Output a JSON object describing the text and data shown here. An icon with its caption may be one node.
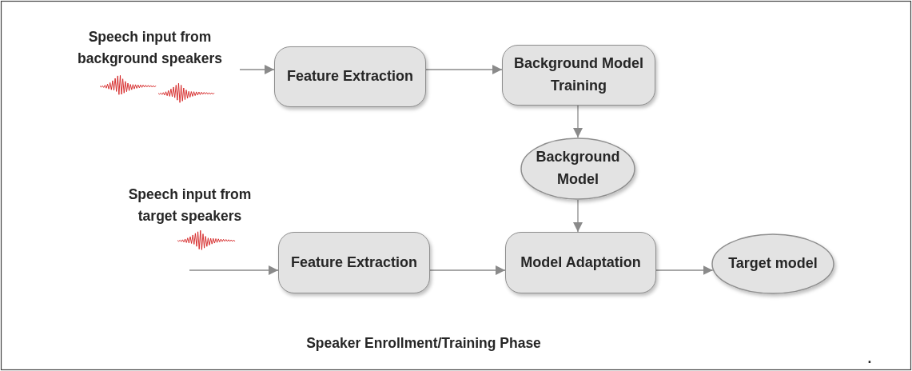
{
  "diagram": {
    "caption": "Speaker Enrollment/Training Phase",
    "nodes": [
      {
        "text": [
          "Speech input from background speakers"
        ]
      },
      {
        "text": [
          "Feature Extraction"
        ]
      },
      {
        "text": [
          "Background Model Training"
        ]
      },
      {
        "text": [
          "Background Model"
        ]
      },
      {
        "text": [
          "Feature Extraction"
        ]
      },
      {
        "text": [
          "Model Adaptation"
        ]
      },
      {
        "text": [
          "Target model"
        ]
      }
    ],
    "edges": [
      {
        "from": 0,
        "to": 1,
        "arrow": "to"
      },
      {
        "from": 1,
        "to": 2,
        "arrow": "to"
      },
      {
        "from": 2,
        "to": 3,
        "arrow": "to"
      },
      {
        "from": 3,
        "to": 5,
        "arrow": "to"
      },
      {
        "from": null,
        "to": 4,
        "arrow": "to"
      },
      {
        "from": 4,
        "to": 5,
        "arrow": "to"
      },
      {
        "from": 5,
        "to": 6,
        "arrow": "to"
      }
    ],
    "labels": [
      "Speech input from target speakers",
      "."
    ]
  }
}
